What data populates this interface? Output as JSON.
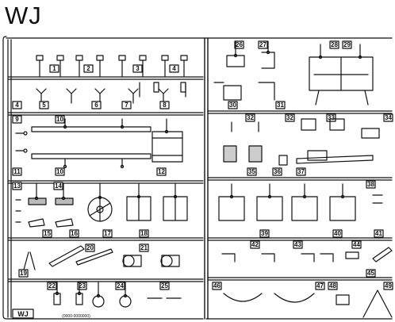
{
  "title": "WJ",
  "corner_tag": "WJ",
  "code_text": "(0000-0000000)",
  "line_color": "#111111",
  "paper_color": "#ffffff",
  "part_numbers": [
    "1",
    "2",
    "3",
    "4",
    "5",
    "6",
    "7",
    "8",
    "9",
    "10",
    "10",
    "11",
    "12",
    "13",
    "14",
    "15",
    "16",
    "17",
    "18",
    "19",
    "20",
    "21",
    "22",
    "23",
    "24",
    "25",
    "26",
    "27",
    "28",
    "29",
    "30",
    "31",
    "32",
    "32",
    "33",
    "34",
    "35",
    "36",
    "37",
    "38",
    "39",
    "40",
    "41",
    "42",
    "43",
    "44",
    "45",
    "46",
    "47",
    "48",
    "49"
  ]
}
